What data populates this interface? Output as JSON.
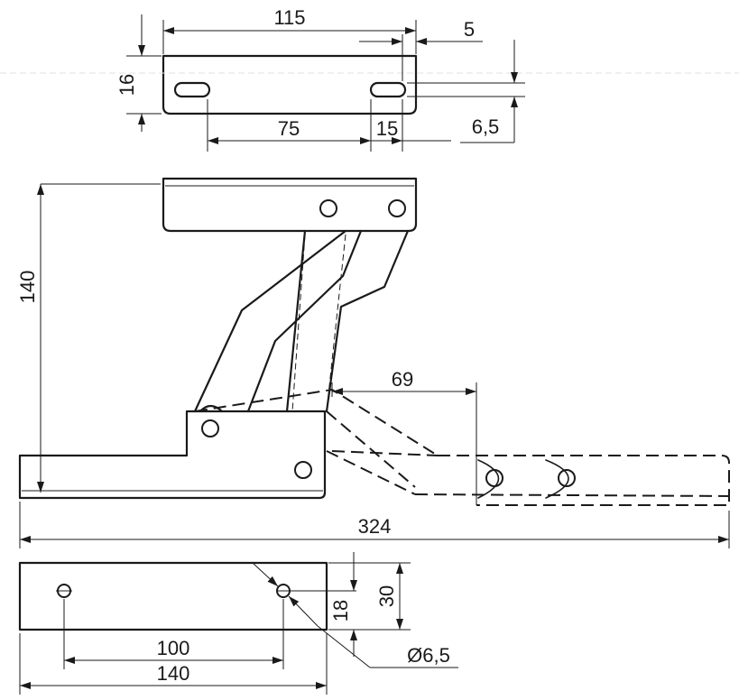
{
  "dimensions": {
    "top_length": "115",
    "slot_offset": "5",
    "plate_height": "16",
    "slot_spacing": "75",
    "slot_end": "15",
    "slot_height": "6,5",
    "total_height": "140",
    "travel": "69",
    "total_length": "324",
    "hole_spacing": "100",
    "base_length": "140",
    "hole_height": "18",
    "base_width": "30",
    "hole_diameter": "Ø6,5"
  },
  "colors": {
    "line": "#1a1a1a",
    "background": "#ffffff"
  }
}
